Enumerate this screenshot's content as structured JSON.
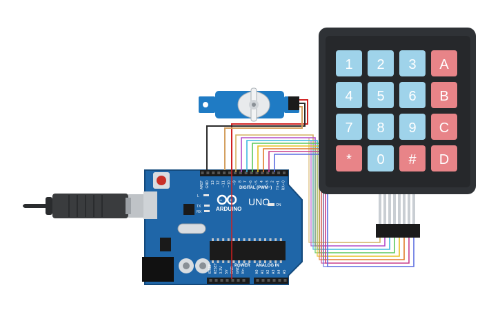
{
  "board": {
    "brand": "ARDUINO",
    "model": "UNO",
    "header_digital": "DIGITAL (PWM~)",
    "header_power": "POWER",
    "header_analog": "ANALOG IN",
    "led_on": "ON",
    "led_l": "L",
    "led_tx": "TX",
    "led_rx": "RX",
    "digital_pins": [
      "AREF",
      "GND",
      "13",
      "12",
      "~11",
      "~10",
      "~9",
      "8",
      "7",
      "~6",
      "~5",
      "4",
      "~3",
      "2",
      "TX→1",
      "RX←0"
    ],
    "power_pins": [
      "IOREF",
      "RESET",
      "3.3V",
      "5V",
      "GND",
      "GND",
      "Vin"
    ],
    "analog_pins": [
      "A0",
      "A1",
      "A2",
      "A3",
      "A4",
      "A5"
    ]
  },
  "keypad": {
    "keys": [
      {
        "label": "1",
        "type": "num"
      },
      {
        "label": "2",
        "type": "num"
      },
      {
        "label": "3",
        "type": "num"
      },
      {
        "label": "A",
        "type": "letter"
      },
      {
        "label": "4",
        "type": "num"
      },
      {
        "label": "5",
        "type": "num"
      },
      {
        "label": "6",
        "type": "num"
      },
      {
        "label": "B",
        "type": "letter"
      },
      {
        "label": "7",
        "type": "num"
      },
      {
        "label": "8",
        "type": "num"
      },
      {
        "label": "9",
        "type": "num"
      },
      {
        "label": "C",
        "type": "letter"
      },
      {
        "label": "*",
        "type": "letter"
      },
      {
        "label": "0",
        "type": "num"
      },
      {
        "label": "#",
        "type": "letter"
      },
      {
        "label": "D",
        "type": "letter"
      }
    ]
  },
  "colors": {
    "board": "#1f66a8",
    "board_edge": "#13497c",
    "key_num": "#9fd3ea",
    "key_letter": "#e88488",
    "keypad_body": "#2f3236",
    "servo_body": "#1f7bc4",
    "usb": "#2a2c2e",
    "wire_red": "#d02020",
    "wire_black": "#2a2a2a",
    "wires": [
      "#d4b060",
      "#b04ac8",
      "#3cb8e0",
      "#5cc85c",
      "#e8c020",
      "#e07a28",
      "#c83c8c",
      "#5a6ce0"
    ]
  },
  "icons": [
    "usb-plug-icon",
    "servo-motor-icon",
    "microcontroller-chip-icon",
    "reset-button-icon"
  ]
}
